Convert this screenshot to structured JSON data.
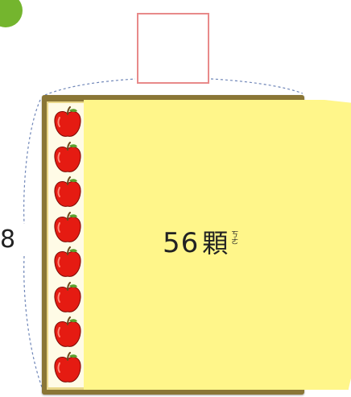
{
  "total": {
    "number": "56",
    "unit": "顆",
    "ruby": "ㄎㄜ"
  },
  "column_count_label": "8",
  "apples_in_column": 8,
  "icons": [
    "apple-icon"
  ],
  "colors": {
    "paper": "#fff68a",
    "tray": "#8a7636",
    "apple": "#e51b12",
    "answer_box_border": "#e88a8a",
    "dot": "#74b52e"
  }
}
